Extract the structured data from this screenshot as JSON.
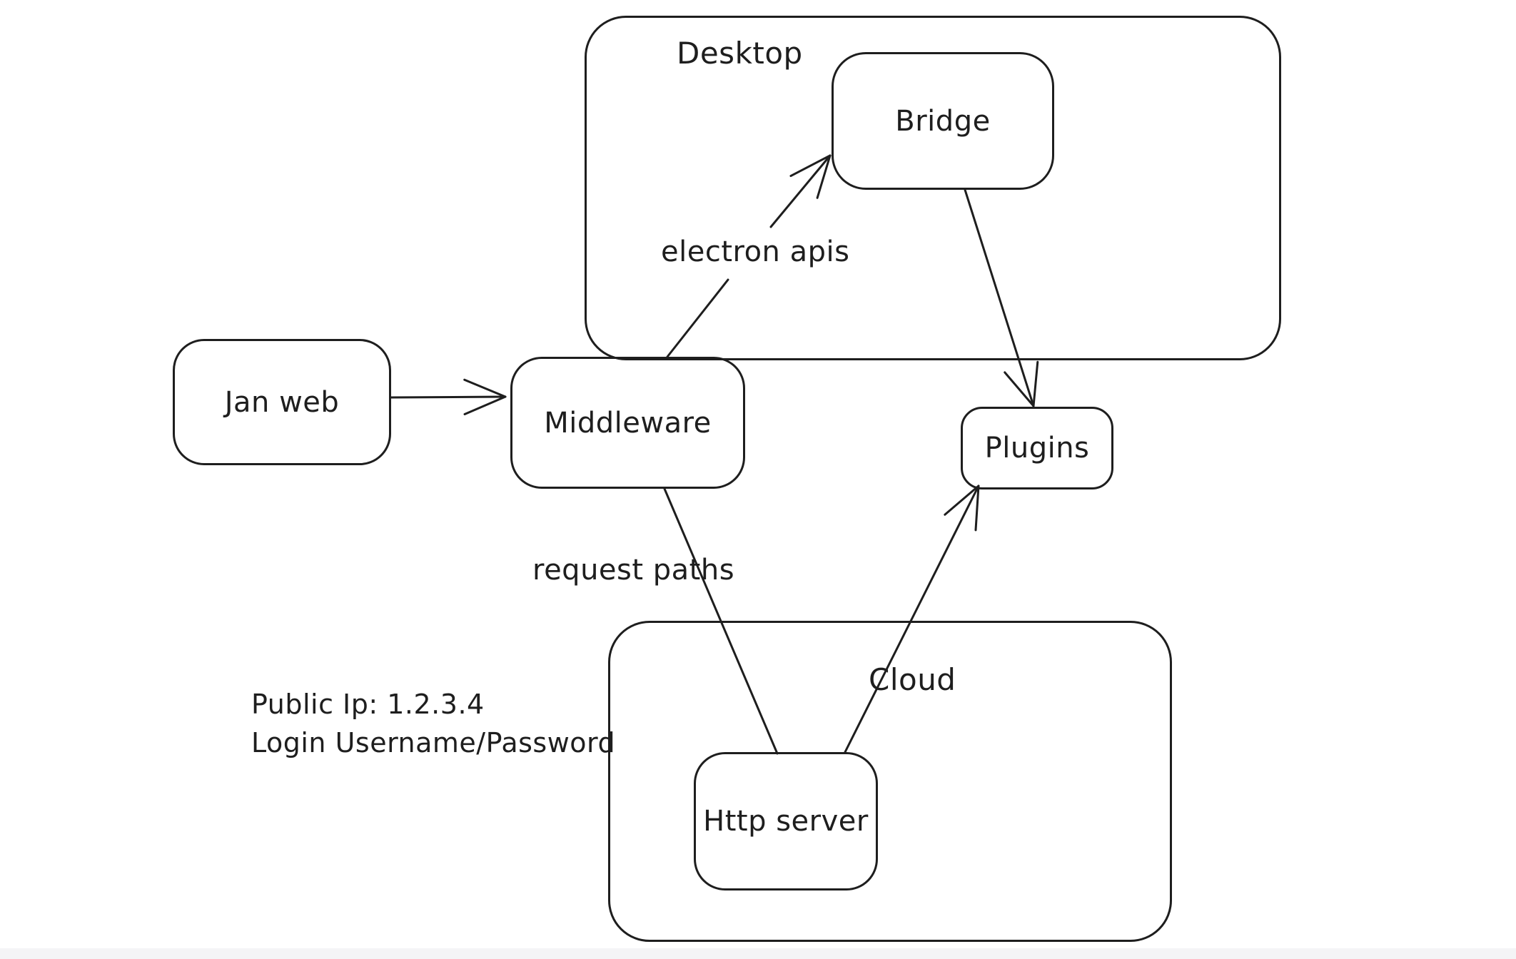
{
  "diagram": {
    "containers": [
      {
        "id": "desktop",
        "label": "Desktop"
      },
      {
        "id": "cloud",
        "label": "Cloud"
      }
    ],
    "nodes": [
      {
        "id": "jan-web",
        "label": "Jan web"
      },
      {
        "id": "middleware",
        "label": "Middleware"
      },
      {
        "id": "bridge",
        "label": "Bridge"
      },
      {
        "id": "plugins",
        "label": "Plugins"
      },
      {
        "id": "http-server",
        "label": "Http server"
      }
    ],
    "edges": [
      {
        "id": "jan-web-to-middleware",
        "from": "Jan web",
        "to": "Middleware",
        "label": "",
        "arrowhead": true
      },
      {
        "id": "middleware-to-bridge",
        "from": "Middleware",
        "to": "Bridge",
        "label": "electron apis",
        "arrowhead": true
      },
      {
        "id": "bridge-to-plugins",
        "from": "Bridge",
        "to": "Plugins",
        "label": "",
        "arrowhead": true
      },
      {
        "id": "middleware-to-http-server",
        "from": "Middleware",
        "to": "Http server",
        "label": "request paths",
        "arrowhead": false
      },
      {
        "id": "http-server-to-plugins",
        "from": "Http server",
        "to": "Plugins",
        "label": "",
        "arrowhead": true
      }
    ],
    "annotations": [
      {
        "text": "Public Ip: 1.2.3.4"
      },
      {
        "text": "Login Username/Password"
      }
    ]
  },
  "colors": {
    "stroke": "#1e1e1e",
    "background": "#ffffff",
    "bottom_strip": "#f4f4f6"
  }
}
